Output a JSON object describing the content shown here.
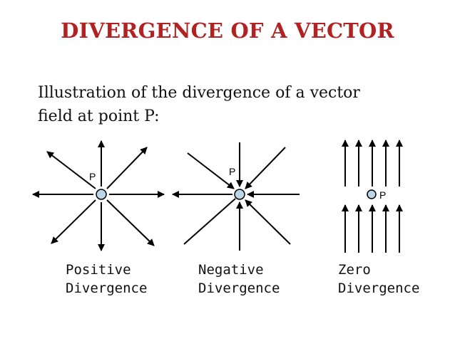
{
  "title": "DIVERGENCE OF A VECTOR",
  "title_color": "#b22222",
  "subtitle": {
    "line1": "Illustration of the divergence of a vector",
    "line2": "field at point P:"
  },
  "point_label": "P",
  "point_fill": "#bcd6e6",
  "panels": [
    {
      "id": "positive",
      "caption_line1": "Positive",
      "caption_line2": "Divergence"
    },
    {
      "id": "negative",
      "caption_line1": "Negative",
      "caption_line2": "Divergence"
    },
    {
      "id": "zero",
      "caption_line1": "Zero",
      "caption_line2": "Divergence"
    }
  ]
}
